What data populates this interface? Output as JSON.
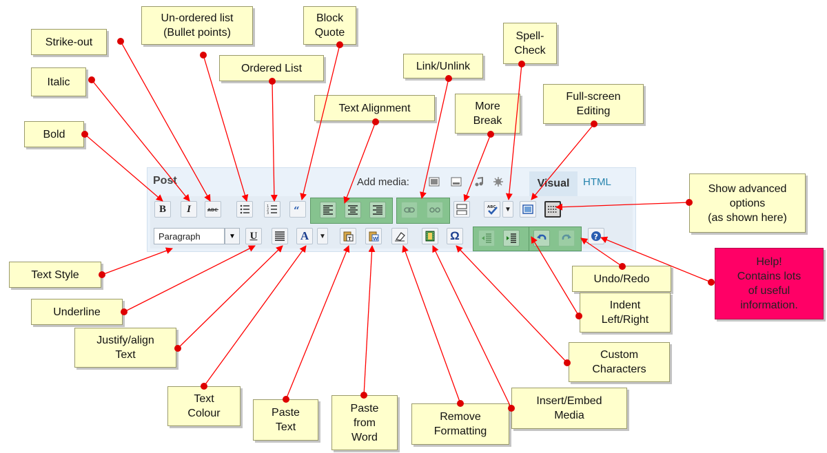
{
  "editor": {
    "title": "Post",
    "add_media_label": "Add media:",
    "tab_visual": "Visual",
    "tab_html": "HTML",
    "format_value": "Paragraph"
  },
  "callouts": {
    "strike_out": "Strike-out",
    "unordered_list": "Un-ordered list\n(Bullet points)",
    "block_quote": "Block\nQuote",
    "italic": "Italic",
    "ordered_list": "Ordered List",
    "link_unlink": "Link/Unlink",
    "spell_check": "Spell-\nCheck",
    "text_alignment": "Text Alignment",
    "more_break": "More\nBreak",
    "full_screen": "Full-screen\nEditing",
    "bold": "Bold",
    "show_advanced": "Show advanced\noptions\n(as shown here)",
    "text_style": "Text Style",
    "help": "Help!\nContains lots\nof useful\ninformation.",
    "undo_redo": "Undo/Redo",
    "underline": "Underline",
    "indent": "Indent\nLeft/Right",
    "justify": "Justify/align\nText",
    "custom_chars": "Custom\nCharacters",
    "text_colour": "Text\nColour",
    "paste_text": "Paste\nText",
    "paste_word": "Paste\nfrom\nWord",
    "remove_formatting": "Remove\nFormatting",
    "insert_media": "Insert/Embed\nMedia"
  },
  "colors": {
    "callout_fill": "#ffffcc",
    "help_fill": "#ff0066",
    "arrow": "#ff0000",
    "dot": "#dd0000",
    "group_green": "#86c38f"
  }
}
